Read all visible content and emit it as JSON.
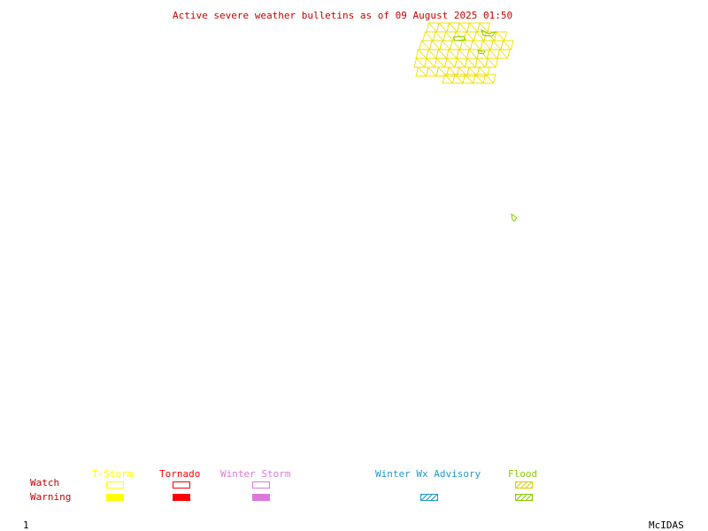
{
  "title": "Active severe weather bulletins as of 09 August 2025 01:50",
  "colors": {
    "title": "#cc0000",
    "tstorm": "#ffff00",
    "tornado": "#ff0000",
    "winter_storm": "#dd77dd",
    "winter_wx_advisory": "#2299cc",
    "flood": "#88cc00",
    "watch_label": "#cc0000",
    "warning_label": "#cc0000"
  },
  "legend": {
    "row_watch": "Watch",
    "row_warning": "Warning",
    "columns": [
      {
        "label": "T-Storm",
        "color_key": "tstorm"
      },
      {
        "label": "Tornado",
        "color_key": "tornado"
      },
      {
        "label": "Winter Storm",
        "color_key": "winter_storm"
      },
      {
        "label": "Winter Wx Advisory",
        "color_key": "winter_wx_advisory"
      },
      {
        "label": "Flood",
        "color_key": "flood"
      }
    ]
  },
  "footer": {
    "frame_number": "1",
    "software": "McIDAS"
  }
}
